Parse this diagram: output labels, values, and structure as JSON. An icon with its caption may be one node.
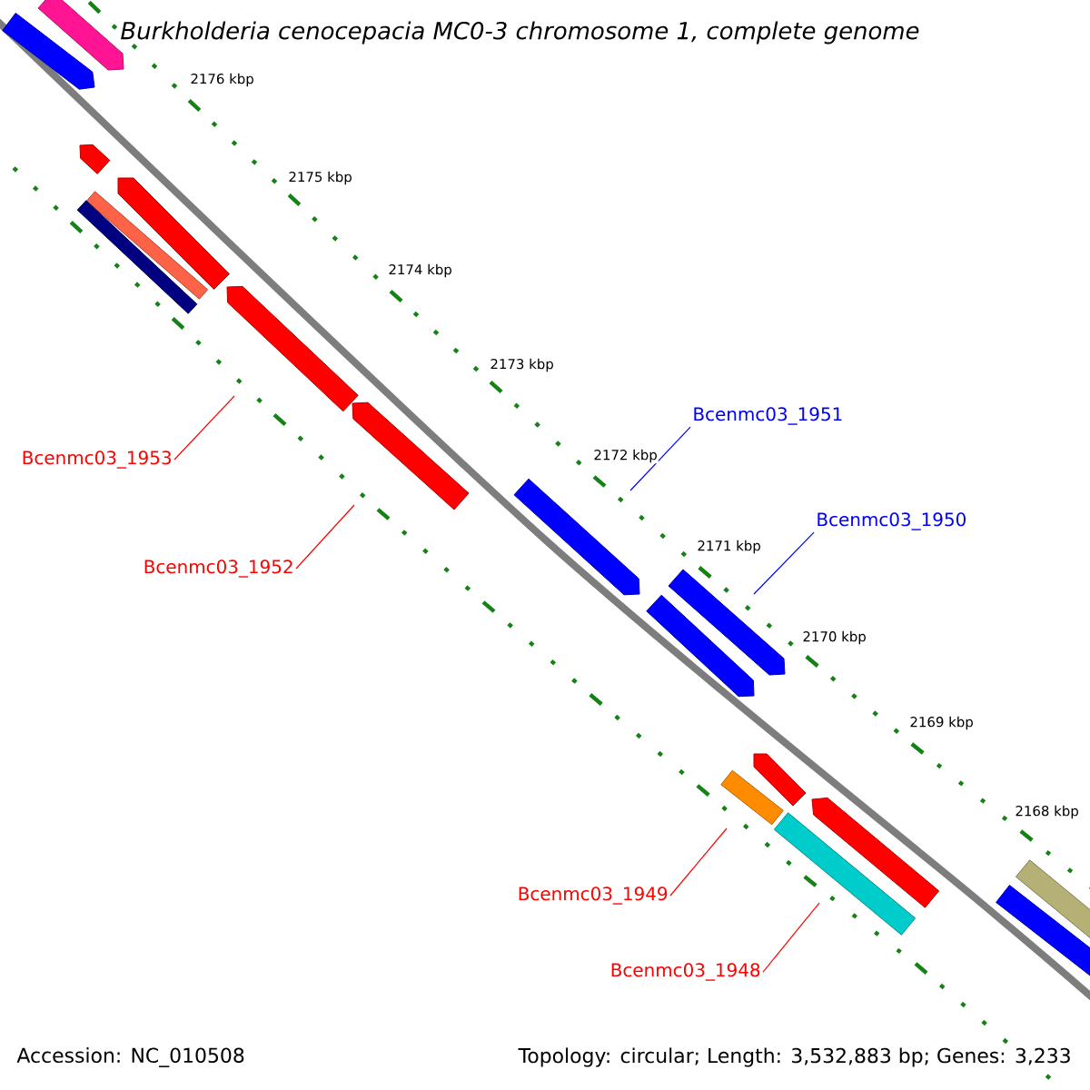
{
  "diagram": {
    "title": "Burkholderia cenocepacia MC0-3 chromosome 1, complete genome",
    "nodes": [
      {
        "text": [
          "Bcenmc03_1953"
        ]
      },
      {
        "text": [
          "Bcenmc03_1952"
        ]
      },
      {
        "text": [
          "Bcenmc03_1951"
        ]
      },
      {
        "text": [
          "Bcenmc03_1950"
        ]
      },
      {
        "text": [
          "Bcenmc03_1949"
        ]
      },
      {
        "text": [
          "Bcenmc03_1948"
        ]
      }
    ],
    "edges": [
      {
        "from": 0,
        "to": null,
        "arrow": "none"
      },
      {
        "from": 1,
        "to": null,
        "arrow": "none"
      },
      {
        "from": 2,
        "to": null,
        "arrow": "none",
        "color": "#0000ff"
      },
      {
        "from": 3,
        "to": null,
        "arrow": "none",
        "color": "#0000ff"
      },
      {
        "from": 4,
        "to": null,
        "arrow": "none"
      },
      {
        "from": 5,
        "to": null,
        "arrow": "none"
      }
    ],
    "labels": [
      "2176 kbp",
      "2175 kbp",
      "2174 kbp",
      "2173 kbp",
      "2172 kbp",
      "2171 kbp",
      "2170 kbp",
      "2169 kbp",
      "2168 kbp",
      "Accession: NC_010508",
      "Topology: circular; Length: 3,532,883 bp; Genes: 3,233"
    ]
  }
}
